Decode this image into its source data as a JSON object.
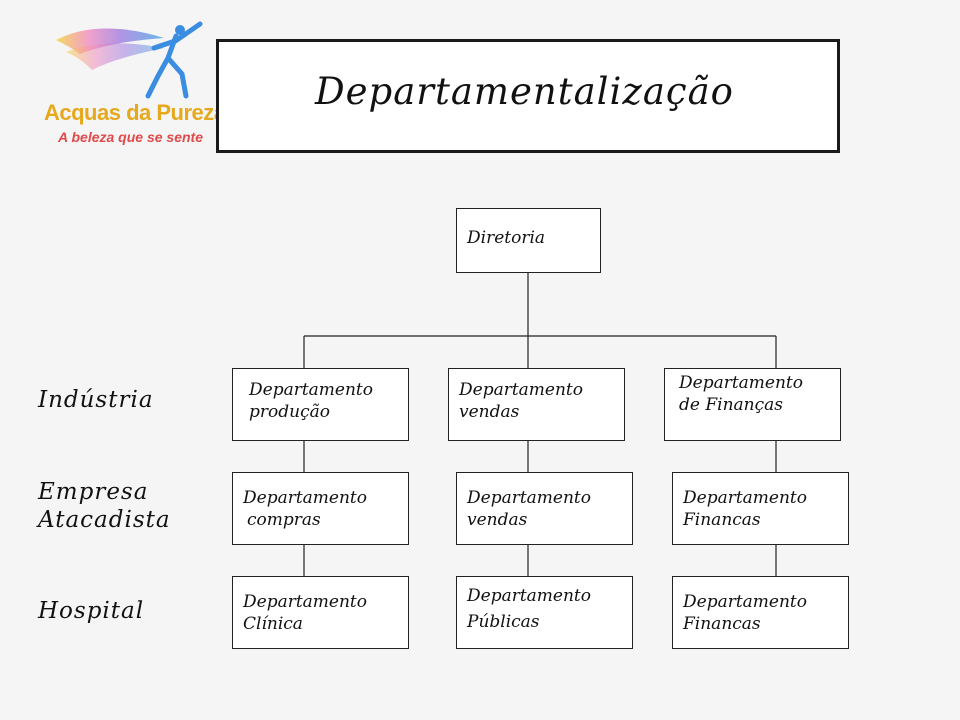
{
  "logo": {
    "name": "Acquas da Pureza",
    "tagline": "A beleza que se sente"
  },
  "title": "Departamentalização",
  "row_labels": {
    "industria": "Indústria",
    "empresa_line1": "Empresa",
    "empresa_line2": "Atacadista",
    "hospital": "Hospital"
  },
  "nodes": {
    "diretoria": "Diretoria",
    "r1c1": {
      "line1": "Departamento",
      "line2": "produção"
    },
    "r1c2": {
      "line1": "Departamento",
      "line2": "vendas"
    },
    "r1c3": {
      "line1": "Departamento",
      "line2": "de Finanças"
    },
    "r2c1": {
      "line1": "Departamento",
      "line2": "compras"
    },
    "r2c2": {
      "line1": "Departamento",
      "line2": "vendas"
    },
    "r2c3": {
      "line1": "Departamento",
      "line2": "Financas"
    },
    "r3c1": {
      "line1": "Departamento",
      "line2": "Clínica"
    },
    "r3c2": {
      "line1": "Departamento",
      "line2": "Públicas"
    },
    "r3c3": {
      "line1": "Departamento",
      "line2": "Financas"
    }
  },
  "colors": {
    "logo_name": "#e6a91e",
    "logo_tagline": "#e04a4a",
    "lines": "#222222"
  }
}
